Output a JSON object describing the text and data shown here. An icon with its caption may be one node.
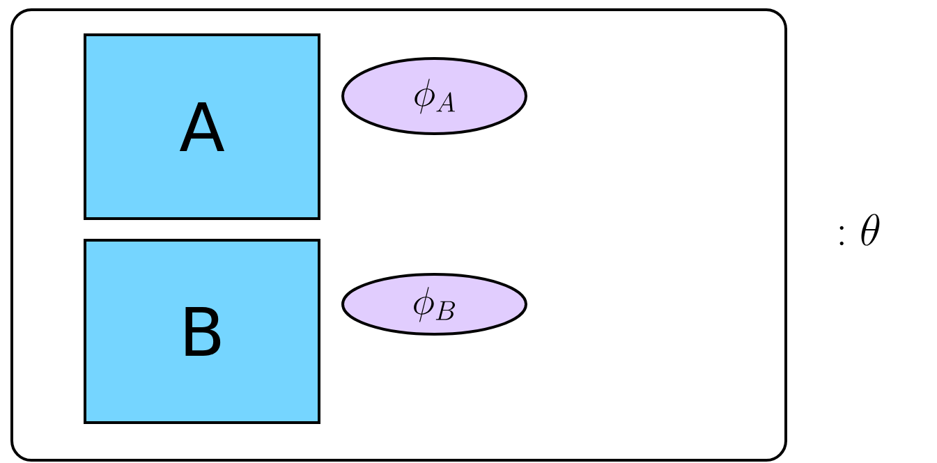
{
  "diagram": {
    "nodes": [
      {
        "text": [],
        "shape": "box"
      },
      {
        "text": [
          "A"
        ],
        "in": 0
      },
      {
        "text": [
          "B"
        ],
        "in": 0
      },
      {
        "text": [
          "\\phi_A"
        ],
        "in": 0
      },
      {
        "text": [
          "\\phi_B"
        ],
        "in": 0
      }
    ],
    "labels": [
      ":  \\theta"
    ]
  }
}
